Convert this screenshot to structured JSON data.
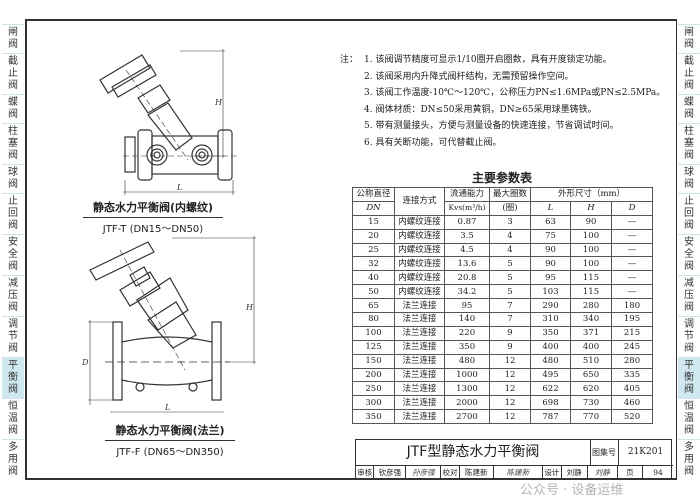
{
  "side_tabs": [
    {
      "label": "闸阀"
    },
    {
      "label": "截止阀"
    },
    {
      "label": "蝶阀"
    },
    {
      "label": "柱塞阀"
    },
    {
      "label": "球阀"
    },
    {
      "label": "止回阀"
    },
    {
      "label": "安全阀"
    },
    {
      "label": "减压阀"
    },
    {
      "label": "调节阀"
    },
    {
      "label": "平衡阀",
      "active": true
    },
    {
      "label": "恒温阀"
    },
    {
      "label": "多用阀"
    }
  ],
  "notes": {
    "label": "注：",
    "items": [
      "1. 该阀调节精度可显示1/10圈开启圈数，具有开度锁定功能。",
      "2. 该阀采用内升降式阀杆结构，无需预留操作空间。",
      "3. 该阀工作温度-10℃～120℃，公称压力PN≤1.6MPa或PN≤2.5MPa。",
      "4. 阀体材质：DN≤50采用黄铜，DN≥65采用球墨铸铁。",
      "5. 带有测量接头，方便与测量设备的快速连接，节省调试时间。",
      "6. 具有关断功能，可代替截止阀。"
    ]
  },
  "figures": {
    "threaded": {
      "title": "静态水力平衡阀(内螺纹)",
      "model": "JTF-T (DN15～DN50)",
      "dim_L": "L",
      "dim_H": "H"
    },
    "flanged": {
      "title": "静态水力平衡阀(法兰)",
      "model": "JTF-F (DN65～DN350)",
      "dim_L": "L",
      "dim_H": "H",
      "dim_D": "D"
    }
  },
  "table": {
    "title": "主要参数表",
    "headers": {
      "dn": "公称直径",
      "dn_sub": "DN",
      "conn": "连接方式",
      "kv": "流通能力",
      "kv_sub": "Kvs(m³/h)",
      "turns": "最大圈数",
      "turns_sub": "(圈)",
      "dims": "外形尺寸（mm）",
      "L": "L",
      "H": "H",
      "D": "D"
    },
    "rows": [
      [
        "15",
        "内螺纹连接",
        "0.87",
        "3",
        "63",
        "90",
        "—"
      ],
      [
        "20",
        "内螺纹连接",
        "3.5",
        "4",
        "75",
        "100",
        "—"
      ],
      [
        "25",
        "内螺纹连接",
        "4.5",
        "4",
        "90",
        "100",
        "—"
      ],
      [
        "32",
        "内螺纹连接",
        "13.6",
        "5",
        "90",
        "100",
        "—"
      ],
      [
        "40",
        "内螺纹连接",
        "20.8",
        "5",
        "95",
        "115",
        "—"
      ],
      [
        "50",
        "内螺纹连接",
        "34.2",
        "5",
        "103",
        "115",
        "—"
      ],
      [
        "65",
        "法兰连接",
        "95",
        "7",
        "290",
        "280",
        "180"
      ],
      [
        "80",
        "法兰连接",
        "140",
        "7",
        "310",
        "340",
        "195"
      ],
      [
        "100",
        "法兰连接",
        "220",
        "9",
        "350",
        "371",
        "215"
      ],
      [
        "125",
        "法兰连接",
        "350",
        "9",
        "400",
        "400",
        "245"
      ],
      [
        "150",
        "法兰连接",
        "480",
        "12",
        "480",
        "510",
        "280"
      ],
      [
        "200",
        "法兰连接",
        "1000",
        "12",
        "495",
        "650",
        "335"
      ],
      [
        "250",
        "法兰连接",
        "1300",
        "12",
        "622",
        "620",
        "405"
      ],
      [
        "300",
        "法兰连接",
        "2000",
        "12",
        "698",
        "730",
        "460"
      ],
      [
        "350",
        "法兰连接",
        "2700",
        "12",
        "787",
        "770",
        "520"
      ]
    ]
  },
  "title_block": {
    "name": "JTF型静态水力平衡阀",
    "atlas_label": "图集号",
    "atlas_no": "21K201",
    "review_label": "审核",
    "reviewer": "钦彦强",
    "reviewer_sig": "孙彦强",
    "check_label": "校对",
    "checker": "陈建新",
    "checker_sig": "陈建新",
    "design_label": "设计",
    "designer": "刘静",
    "designer_sig": "刘静",
    "page_label": "页",
    "page_no": "94"
  },
  "watermark": "公众号 · 设备运维"
}
